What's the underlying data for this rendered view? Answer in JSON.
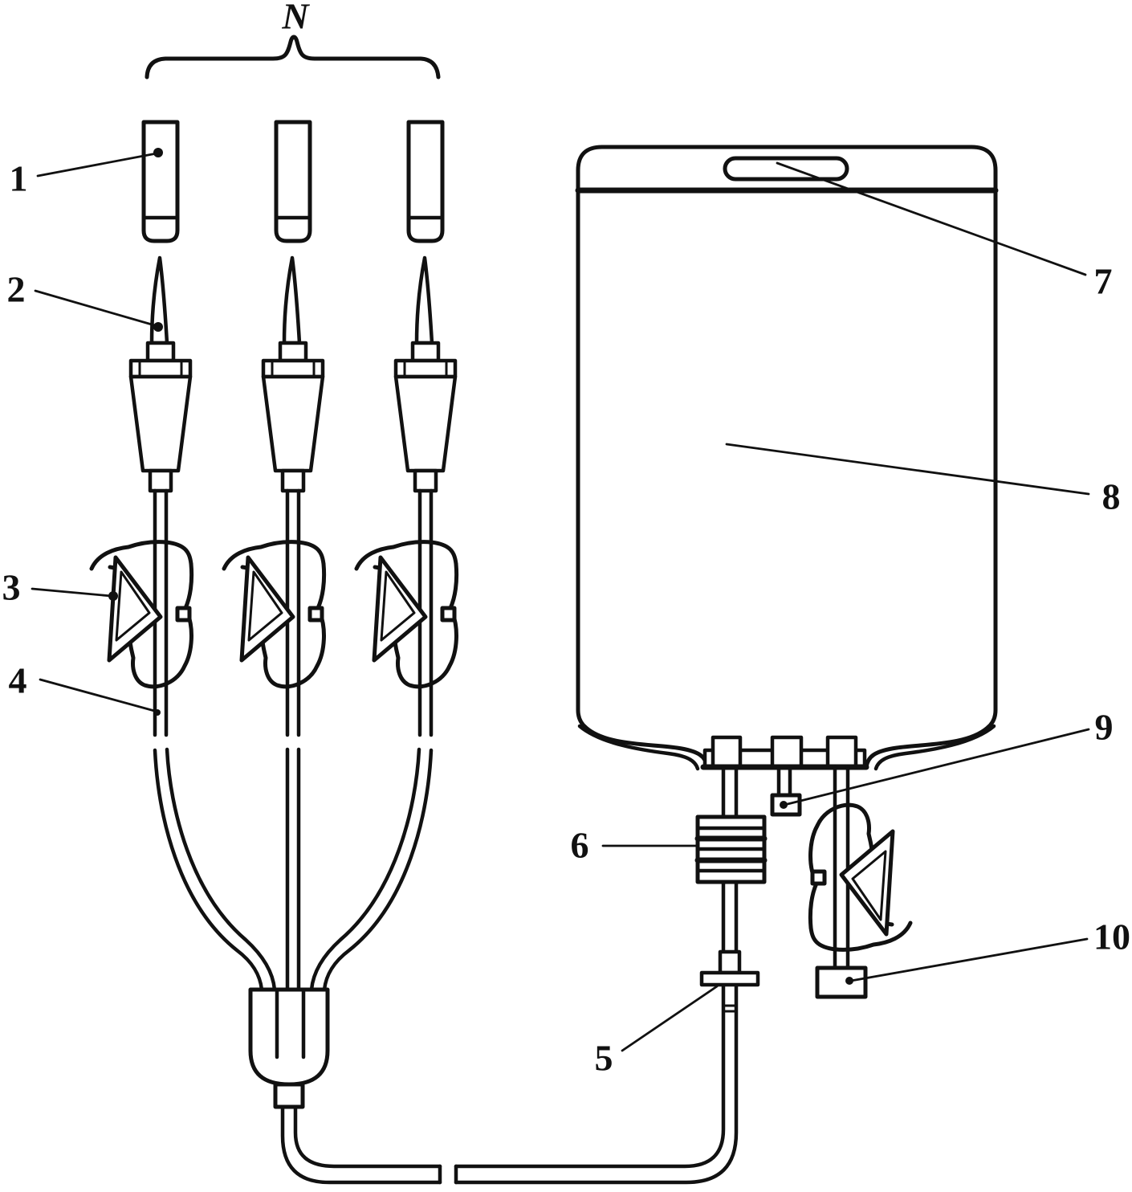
{
  "figure": {
    "type": "patent-line-drawing-iv-infusion-set",
    "background_color": "#ffffff",
    "ink_color": "#111111",
    "labels": {
      "n": {
        "text": "N"
      },
      "l1": {
        "text": "1"
      },
      "l2": {
        "text": "2"
      },
      "l3": {
        "text": "3"
      },
      "l4": {
        "text": "4"
      },
      "l5": {
        "text": "5"
      },
      "l6": {
        "text": "6"
      },
      "l7": {
        "text": "7"
      },
      "l8": {
        "text": "8"
      },
      "l9": {
        "text": "9"
      },
      "l10": {
        "text": "10"
      }
    },
    "parts": {
      "n": "number-of-branches-brace",
      "l1": "spike-protector-cap",
      "l2": "piercing-spike",
      "l3": "roller-clamp",
      "l4": "branch-tube",
      "l5": "slide-clamp",
      "l6": "inline-filter",
      "l7": "bag-hanger-slot",
      "l8": "collection-bag",
      "l9": "sealed-injection-port",
      "l10": "outlet-connector"
    }
  }
}
